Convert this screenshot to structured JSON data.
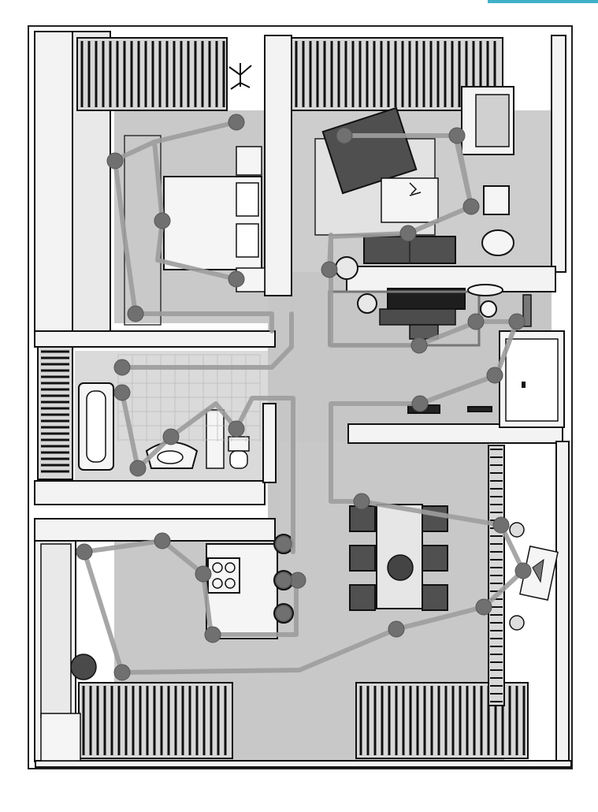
{
  "title": "",
  "colors": {
    "floor": "#c9c9c9",
    "wall": "#111111",
    "wall_fill": "#f3f3f3",
    "path": "#9d9d9d",
    "node": "#707070",
    "furniture_dark": "#505050",
    "furniture_light": "#f5f5f5",
    "sheet_accent": "#3fb1c6"
  },
  "rooms": [
    {
      "id": "bedroom",
      "kind": "bedroom"
    },
    {
      "id": "living-room",
      "kind": "living"
    },
    {
      "id": "bathroom",
      "kind": "bathroom"
    },
    {
      "id": "hallway",
      "kind": "hall"
    },
    {
      "id": "kitchen",
      "kind": "kitchen"
    },
    {
      "id": "dining-room",
      "kind": "dining"
    }
  ],
  "icons": [
    "plant-icon",
    "bed-icon",
    "sofa-icon",
    "armchair-icon",
    "tv-icon",
    "bathtub-icon",
    "toilet-icon",
    "sink-icon",
    "stove-icon",
    "chair-icon",
    "window-blind-icon",
    "table-icon"
  ],
  "sensor_count": 34
}
